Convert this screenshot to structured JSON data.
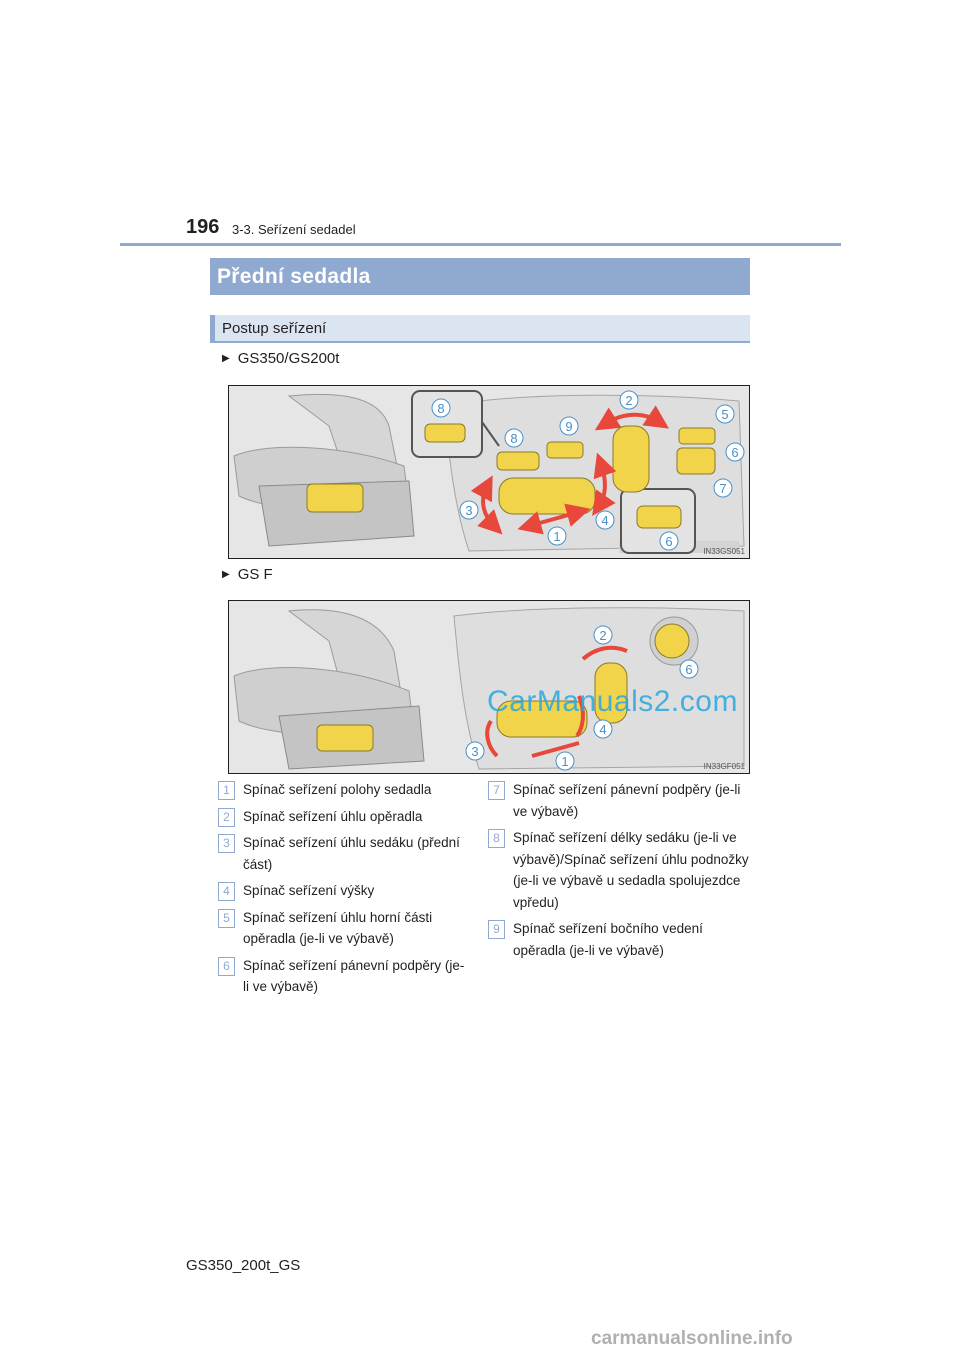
{
  "header": {
    "page_number": "196",
    "section": "3-3. Seřízení sedadel"
  },
  "title": "Přední sedadla",
  "subtitle": "Postup seřízení",
  "variants": [
    {
      "label": "GS350/GS200t",
      "figure_code": "IN33GS051",
      "callouts": [
        "8",
        "2",
        "5",
        "8",
        "9",
        "6",
        "7",
        "3",
        "4",
        "1",
        "6"
      ]
    },
    {
      "label": "GS F",
      "figure_code": "IN33GF051",
      "callouts": [
        "2",
        "6",
        "4",
        "3",
        "1"
      ]
    }
  ],
  "legend_left": [
    {
      "num": "1",
      "text": "Spínač seřízení polohy sedadla"
    },
    {
      "num": "2",
      "text": "Spínač seřízení úhlu opěradla"
    },
    {
      "num": "3",
      "text": "Spínač seřízení úhlu sedáku (přední část)"
    },
    {
      "num": "4",
      "text": "Spínač seřízení výšky"
    },
    {
      "num": "5",
      "text": "Spínač seřízení úhlu horní části opěradla (je-li ve výbavě)"
    },
    {
      "num": "6",
      "text": "Spínač seřízení pánevní podpěry (je-li ve výbavě)"
    }
  ],
  "legend_right": [
    {
      "num": "7",
      "text": "Spínač seřízení pánevní podpěry (je-li ve výbavě)"
    },
    {
      "num": "8",
      "text": "Spínač seřízení délky sedáku (je-li ve výbavě)/Spínač seřízení úhlu podnožky (je-li ve výbavě u sedadla spolujezdce vpředu)"
    },
    {
      "num": "9",
      "text": "Spínač seřízení bočního vedení opěradla (je-li ve výbavě)"
    }
  ],
  "watermark": "CarManuals2.com",
  "footer": {
    "model": "GS350_200t_GS",
    "site": "carmanualsonline.info"
  },
  "colors": {
    "accent": "#8fa9d0",
    "accent_light": "#dbe4f1",
    "switch_yellow": "#f2d44a",
    "arrow_red": "#e8473b",
    "callout_blue": "#4a90c8"
  }
}
